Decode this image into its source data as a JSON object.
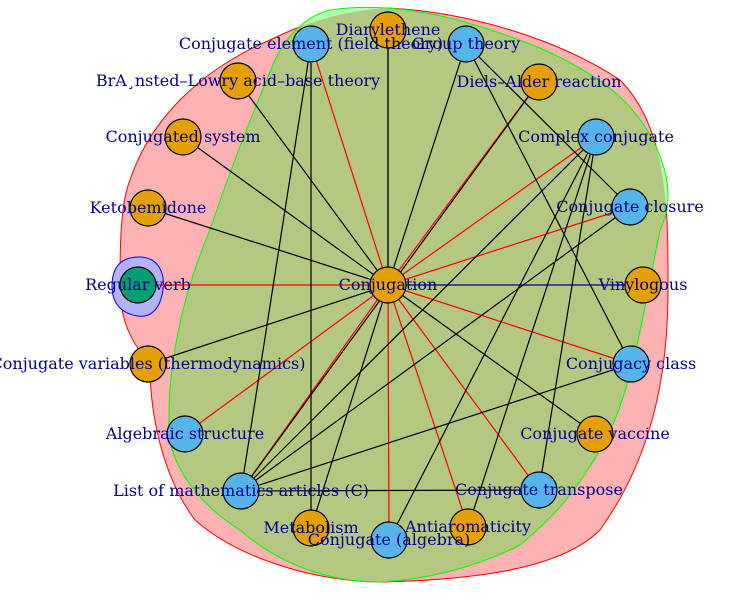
{
  "colors": {
    "group_red_fill": "#ffb2b2",
    "group_red_stroke": "#ff0000",
    "group_green_fill": "#b2ffb2",
    "group_green_stroke": "#00ff00",
    "group_blue_fill": "#b2b2ff",
    "group_blue_stroke": "#0000ff",
    "overlap_fill": "#b4c882",
    "orange_node": "#e69f00",
    "blue_node": "#56b4e9",
    "teal_node": "#009e73",
    "edge_black": "#000000",
    "edge_red": "#ff0000",
    "edge_navy": "#00008b",
    "label": "#00008b"
  },
  "nodes": [
    {
      "id": "conjugation",
      "label": "Conjugation",
      "color": "orange"
    },
    {
      "id": "diarylethene",
      "label": "Diarylethene",
      "color": "orange"
    },
    {
      "id": "conjugate-element",
      "label": "Conjugate element (field theory)",
      "color": "blue"
    },
    {
      "id": "group-theory",
      "label": "Group theory",
      "color": "blue"
    },
    {
      "id": "bronsted",
      "label": "BrA¸nsted–Lowry acid–base theory",
      "color": "orange"
    },
    {
      "id": "diels-alder",
      "label": "Diels–Alder reaction",
      "color": "orange"
    },
    {
      "id": "conjugated-system",
      "label": "Conjugated system",
      "color": "orange"
    },
    {
      "id": "complex-conjugate",
      "label": "Complex conjugate",
      "color": "blue"
    },
    {
      "id": "ketobemidone",
      "label": "Ketobemidone",
      "color": "orange"
    },
    {
      "id": "conjugate-closure",
      "label": "Conjugate closure",
      "color": "blue"
    },
    {
      "id": "regular-verb",
      "label": "Regular verb",
      "color": "teal"
    },
    {
      "id": "vinylogous",
      "label": "Vinylogous",
      "color": "orange"
    },
    {
      "id": "conjugate-variables",
      "label": "Conjugate variables (thermodynamics)",
      "color": "orange"
    },
    {
      "id": "conjugacy-class",
      "label": "Conjugacy class",
      "color": "blue"
    },
    {
      "id": "algebraic-structure",
      "label": "Algebraic structure",
      "color": "blue"
    },
    {
      "id": "conjugate-vaccine",
      "label": "Conjugate vaccine",
      "color": "orange"
    },
    {
      "id": "list-math",
      "label": "List of mathematics articles (C)",
      "color": "blue"
    },
    {
      "id": "conjugate-transpose",
      "label": "Conjugate transpose",
      "color": "blue"
    },
    {
      "id": "metabolism",
      "label": "Metabolism",
      "color": "orange"
    },
    {
      "id": "antiaromaticity",
      "label": "Antiaromaticity",
      "color": "orange"
    },
    {
      "id": "conjugate-algebra",
      "label": "Conjugate (algebra)",
      "color": "blue"
    }
  ],
  "edges": [
    [
      "conjugation",
      "diarylethene",
      "black"
    ],
    [
      "conjugation",
      "conjugate-element",
      "red"
    ],
    [
      "conjugation",
      "group-theory",
      "black"
    ],
    [
      "conjugation",
      "bronsted",
      "black"
    ],
    [
      "conjugation",
      "diels-alder",
      "red"
    ],
    [
      "conjugation",
      "conjugated-system",
      "black"
    ],
    [
      "conjugation",
      "complex-conjugate",
      "red"
    ],
    [
      "conjugation",
      "ketobemidone",
      "black"
    ],
    [
      "conjugation",
      "conjugate-closure",
      "red"
    ],
    [
      "conjugation",
      "regular-verb",
      "red"
    ],
    [
      "conjugation",
      "vinylogous",
      "navy"
    ],
    [
      "conjugation",
      "conjugate-variables",
      "black"
    ],
    [
      "conjugation",
      "conjugacy-class",
      "red"
    ],
    [
      "conjugation",
      "algebraic-structure",
      "red"
    ],
    [
      "conjugation",
      "conjugate-vaccine",
      "black"
    ],
    [
      "conjugation",
      "list-math",
      "red"
    ],
    [
      "conjugation",
      "conjugate-transpose",
      "red"
    ],
    [
      "conjugation",
      "metabolism",
      "black"
    ],
    [
      "conjugation",
      "antiaromaticity",
      "red"
    ],
    [
      "conjugation",
      "conjugate-algebra",
      "red"
    ],
    [
      "list-math",
      "conjugate-element",
      "black"
    ],
    [
      "list-math",
      "complex-conjugate",
      "black"
    ],
    [
      "list-math",
      "conjugate-closure",
      "black"
    ],
    [
      "list-math",
      "conjugacy-class",
      "black"
    ],
    [
      "list-math",
      "conjugate-transpose",
      "black"
    ],
    [
      "list-math",
      "diels-alder",
      "black"
    ],
    [
      "group-theory",
      "conjugacy-class",
      "black"
    ],
    [
      "group-theory",
      "conjugate-closure",
      "black"
    ],
    [
      "complex-conjugate",
      "conjugate-transpose",
      "black"
    ],
    [
      "complex-conjugate",
      "conjugate-algebra",
      "black"
    ],
    [
      "complex-conjugate",
      "antiaromaticity",
      "black"
    ],
    [
      "conjugate-element",
      "metabolism",
      "black"
    ],
    [
      "diarylethene",
      "conjugation",
      "black"
    ]
  ]
}
